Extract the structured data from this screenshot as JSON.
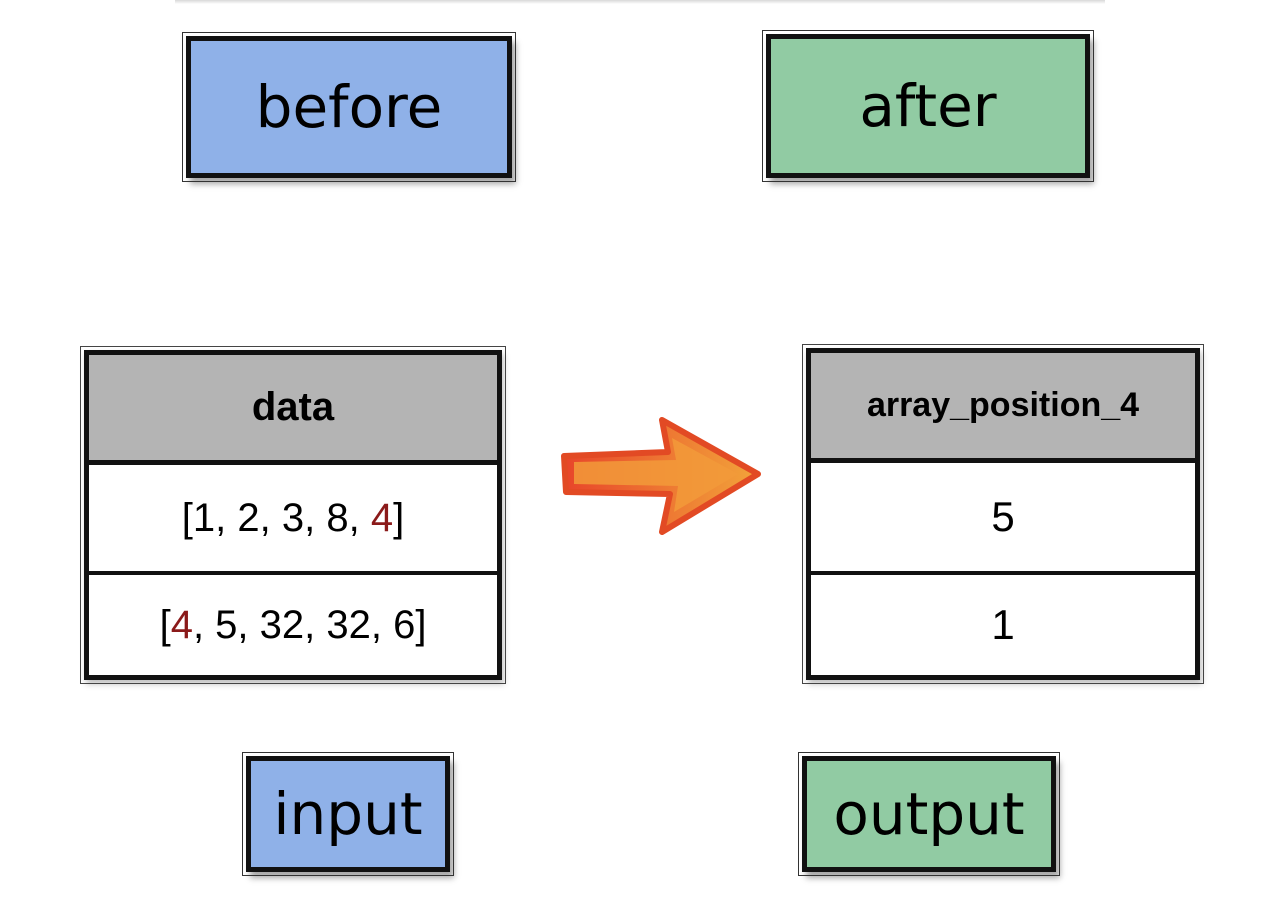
{
  "labels": {
    "before": "before",
    "after": "after",
    "input": "input",
    "output": "output"
  },
  "input_table": {
    "header": "data",
    "rows": [
      [
        {
          "text": "[1, 2, 3, 8, ",
          "highlight": false
        },
        {
          "text": "4",
          "highlight": true
        },
        {
          "text": "]",
          "highlight": false
        }
      ],
      [
        {
          "text": "[",
          "highlight": false
        },
        {
          "text": "4",
          "highlight": true
        },
        {
          "text": ", 5, 32, 32, 6]",
          "highlight": false
        }
      ]
    ]
  },
  "output_table": {
    "header": "array_position_4",
    "rows": [
      "5",
      "1"
    ]
  },
  "colors": {
    "before_fill": "#8fb1e8",
    "after_fill": "#91cba3",
    "header_fill": "#b4b4b4",
    "highlight": "#8b1a1a",
    "arrow": "#f07a2a"
  },
  "icons": {
    "arrow": "fiery-right-arrow-icon"
  }
}
